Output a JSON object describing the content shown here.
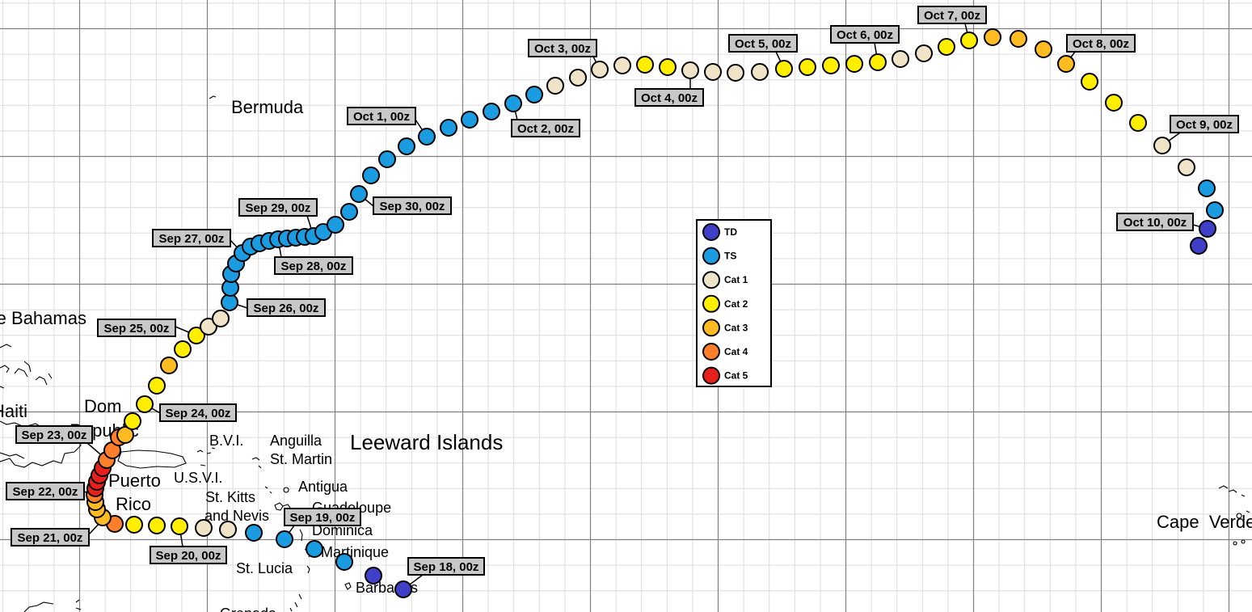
{
  "colors": {
    "TD": "#3f3fc8",
    "TS": "#1b9be0",
    "Cat 1": "#efe3c8",
    "Cat 2": "#ffee00",
    "Cat 3": "#ffbb22",
    "Cat 4": "#ff7f2a",
    "Cat 5": "#e8201c"
  },
  "legend": {
    "items": [
      {
        "key": "TD",
        "label": "TD"
      },
      {
        "key": "TS",
        "label": "TS"
      },
      {
        "key": "Cat 1",
        "label": "Cat 1"
      },
      {
        "key": "Cat 2",
        "label": "Cat 2"
      },
      {
        "key": "Cat 3",
        "label": "Cat 3"
      },
      {
        "key": "Cat 4",
        "label": "Cat 4"
      },
      {
        "key": "Cat 5",
        "label": "Cat 5"
      }
    ]
  },
  "places": [
    {
      "name": "Bermuda"
    },
    {
      "name": "The Bahamas"
    },
    {
      "name": "Haiti"
    },
    {
      "name": "Dom"
    },
    {
      "name": "Republic"
    },
    {
      "name": "B.V.I."
    },
    {
      "name": "Anguilla"
    },
    {
      "name": "St. Martin"
    },
    {
      "name": "Leeward Islands"
    },
    {
      "name": "Antigua"
    },
    {
      "name": "U.S.V.I."
    },
    {
      "name": "Puerto"
    },
    {
      "name": "Rico"
    },
    {
      "name": "St. Kitts"
    },
    {
      "name": "and Nevis"
    },
    {
      "name": "Guadeloupe"
    },
    {
      "name": "Dominica"
    },
    {
      "name": "Martinique"
    },
    {
      "name": "St. Lucia"
    },
    {
      "name": "Barbados"
    },
    {
      "name": "Grenada"
    },
    {
      "name": "Cape  Verde"
    }
  ],
  "track": [
    {
      "cat": "TD"
    },
    {
      "cat": "TD"
    },
    {
      "cat": "TS"
    },
    {
      "cat": "TS"
    },
    {
      "cat": "TS"
    },
    {
      "cat": "TS"
    },
    {
      "cat": "Cat 1"
    },
    {
      "cat": "Cat 1"
    },
    {
      "cat": "Cat 2"
    },
    {
      "cat": "Cat 2"
    },
    {
      "cat": "Cat 2"
    },
    {
      "cat": "Cat 4"
    },
    {
      "cat": "Cat 3"
    },
    {
      "cat": "Cat 3"
    },
    {
      "cat": "Cat 3"
    },
    {
      "cat": "Cat 4"
    },
    {
      "cat": "Cat 5"
    },
    {
      "cat": "Cat 5"
    },
    {
      "cat": "Cat 5"
    },
    {
      "cat": "Cat 5"
    },
    {
      "cat": "Cat 4"
    },
    {
      "cat": "Cat 4"
    },
    {
      "cat": "Cat 4"
    },
    {
      "cat": "Cat 3"
    },
    {
      "cat": "Cat 2"
    },
    {
      "cat": "Cat 2"
    },
    {
      "cat": "Cat 2"
    },
    {
      "cat": "Cat 3"
    },
    {
      "cat": "Cat 2"
    },
    {
      "cat": "Cat 2"
    },
    {
      "cat": "Cat 1"
    },
    {
      "cat": "Cat 1"
    },
    {
      "cat": "TS"
    },
    {
      "cat": "TS"
    },
    {
      "cat": "TS"
    },
    {
      "cat": "TS"
    },
    {
      "cat": "TS"
    },
    {
      "cat": "TS"
    },
    {
      "cat": "TS"
    },
    {
      "cat": "TS"
    },
    {
      "cat": "TS"
    },
    {
      "cat": "TS"
    },
    {
      "cat": "TS"
    },
    {
      "cat": "TS"
    },
    {
      "cat": "TS"
    },
    {
      "cat": "TS"
    },
    {
      "cat": "TS"
    },
    {
      "cat": "TS"
    },
    {
      "cat": "TS"
    },
    {
      "cat": "TS"
    },
    {
      "cat": "TS"
    },
    {
      "cat": "TS"
    },
    {
      "cat": "TS"
    },
    {
      "cat": "TS"
    },
    {
      "cat": "TS"
    },
    {
      "cat": "TS"
    },
    {
      "cat": "TS"
    },
    {
      "cat": "TS"
    },
    {
      "cat": "Cat 1"
    },
    {
      "cat": "Cat 1"
    },
    {
      "cat": "Cat 1"
    },
    {
      "cat": "Cat 1"
    },
    {
      "cat": "Cat 2"
    },
    {
      "cat": "Cat 2"
    },
    {
      "cat": "Cat 1"
    },
    {
      "cat": "Cat 1"
    },
    {
      "cat": "Cat 1"
    },
    {
      "cat": "Cat 1"
    },
    {
      "cat": "Cat 2"
    },
    {
      "cat": "Cat 2"
    },
    {
      "cat": "Cat 2"
    },
    {
      "cat": "Cat 2"
    },
    {
      "cat": "Cat 2"
    },
    {
      "cat": "Cat 1"
    },
    {
      "cat": "Cat 1"
    },
    {
      "cat": "Cat 2"
    },
    {
      "cat": "Cat 2"
    },
    {
      "cat": "Cat 3"
    },
    {
      "cat": "Cat 3"
    },
    {
      "cat": "Cat 3"
    },
    {
      "cat": "Cat 3"
    },
    {
      "cat": "Cat 2"
    },
    {
      "cat": "Cat 2"
    },
    {
      "cat": "Cat 2"
    },
    {
      "cat": "Cat 1"
    },
    {
      "cat": "Cat 1"
    },
    {
      "cat": "TS"
    },
    {
      "cat": "TS"
    },
    {
      "cat": "TD"
    },
    {
      "cat": "TD"
    }
  ],
  "date_labels": [
    {
      "text": "Sep 18, 00z"
    },
    {
      "text": "Sep 19, 00z"
    },
    {
      "text": "Sep 20, 00z"
    },
    {
      "text": "Sep 21, 00z"
    },
    {
      "text": "Sep 22, 00z"
    },
    {
      "text": "Sep 23, 00z"
    },
    {
      "text": "Sep 24, 00z"
    },
    {
      "text": "Sep 25, 00z"
    },
    {
      "text": "Sep 26, 00z"
    },
    {
      "text": "Sep 27, 00z"
    },
    {
      "text": "Sep 28, 00z"
    },
    {
      "text": "Sep 29, 00z"
    },
    {
      "text": "Sep 30, 00z"
    },
    {
      "text": "Oct 1, 00z"
    },
    {
      "text": "Oct 2, 00z"
    },
    {
      "text": "Oct 3, 00z"
    },
    {
      "text": "Oct 4, 00z"
    },
    {
      "text": "Oct 5, 00z"
    },
    {
      "text": "Oct 6, 00z"
    },
    {
      "text": "Oct 7, 00z"
    },
    {
      "text": "Oct 8, 00z"
    },
    {
      "text": "Oct 9, 00z"
    },
    {
      "text": "Oct 10, 00z"
    }
  ]
}
